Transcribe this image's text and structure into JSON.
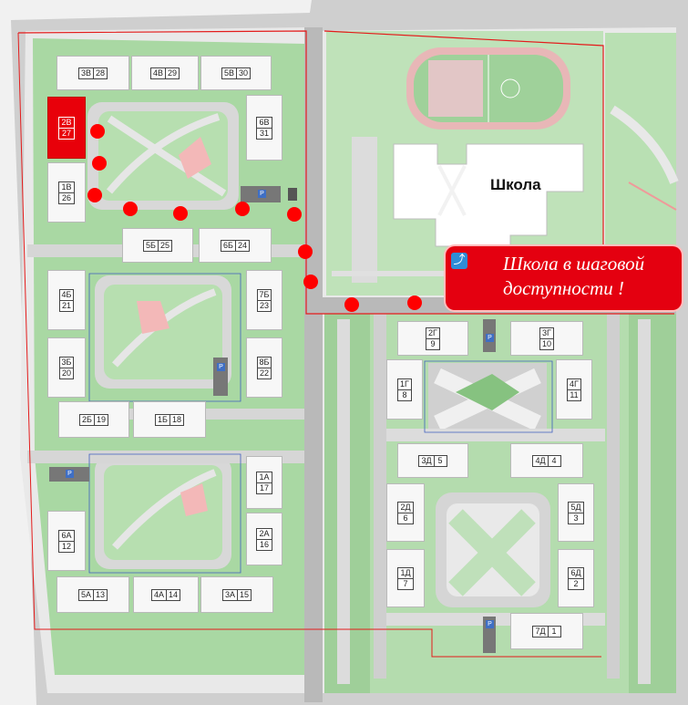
{
  "map": {
    "school_label": "Школа",
    "callout_line1": "Школа в шаговой",
    "callout_line2": "доступности !",
    "colors": {
      "highlight": "#e8000a",
      "route_dots": "#ff0000",
      "greenery": "#9fd19a",
      "road": "#a8a8a8",
      "boundary": "#e41b1b"
    },
    "parking_symbol": "P",
    "buildings": [
      {
        "key": "3v",
        "section": "3В",
        "number": "28"
      },
      {
        "key": "4v",
        "section": "4В",
        "number": "29"
      },
      {
        "key": "5v",
        "section": "5В",
        "number": "30"
      },
      {
        "key": "6v",
        "section": "6В",
        "number": "31"
      },
      {
        "key": "2v",
        "section": "2В",
        "number": "27",
        "selected": true
      },
      {
        "key": "1v",
        "section": "1В",
        "number": "26"
      },
      {
        "key": "5b",
        "section": "5Б",
        "number": "25"
      },
      {
        "key": "6b",
        "section": "6Б",
        "number": "24"
      },
      {
        "key": "4b",
        "section": "4Б",
        "number": "21"
      },
      {
        "key": "7b",
        "section": "7Б",
        "number": "23"
      },
      {
        "key": "3b",
        "section": "3Б",
        "number": "20"
      },
      {
        "key": "8b",
        "section": "8Б",
        "number": "22"
      },
      {
        "key": "2b",
        "section": "2Б",
        "number": "19"
      },
      {
        "key": "1b",
        "section": "1Б",
        "number": "18"
      },
      {
        "key": "1a",
        "section": "1А",
        "number": "17"
      },
      {
        "key": "2a",
        "section": "2А",
        "number": "16"
      },
      {
        "key": "6a",
        "section": "6А",
        "number": "12"
      },
      {
        "key": "5a",
        "section": "5А",
        "number": "13"
      },
      {
        "key": "4a",
        "section": "4А",
        "number": "14"
      },
      {
        "key": "3a",
        "section": "3А",
        "number": "15"
      },
      {
        "key": "2g",
        "section": "2Г",
        "number": "9"
      },
      {
        "key": "3g",
        "section": "3Г",
        "number": "10"
      },
      {
        "key": "1g",
        "section": "1Г",
        "number": "8"
      },
      {
        "key": "4g",
        "section": "4Г",
        "number": "11"
      },
      {
        "key": "3d",
        "section": "3Д",
        "number": "5"
      },
      {
        "key": "4d",
        "section": "4Д",
        "number": "4"
      },
      {
        "key": "2d",
        "section": "2Д",
        "number": "6"
      },
      {
        "key": "5d",
        "section": "5Д",
        "number": "3"
      },
      {
        "key": "1d",
        "section": "1Д",
        "number": "7"
      },
      {
        "key": "6d",
        "section": "6Д",
        "number": "2"
      },
      {
        "key": "7d",
        "section": "7Д",
        "number": "1"
      }
    ]
  }
}
